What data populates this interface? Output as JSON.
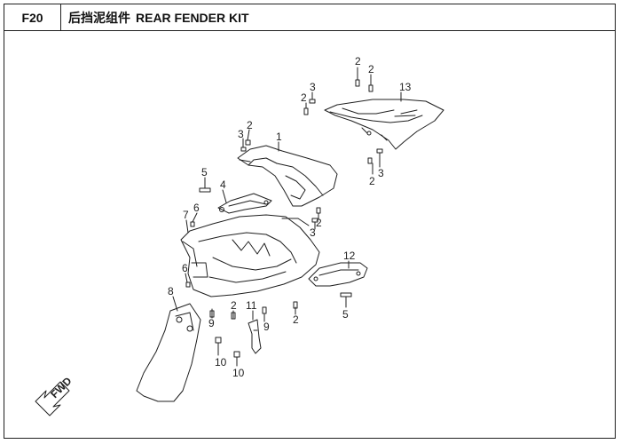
{
  "header": {
    "code": "F20",
    "title_cn": "后挡泥组件",
    "title_en": "REAR FENDER KIT"
  },
  "callouts": {
    "n1": "1",
    "n2": "2",
    "n3": "3",
    "n4": "4",
    "n5": "5",
    "n6": "6",
    "n7": "7",
    "n8": "8",
    "n9": "9",
    "n10": "10",
    "n11": "11",
    "n12": "12",
    "n13": "13"
  },
  "badge": {
    "text": "FWD"
  },
  "colors": {
    "ink": "#1f1f1f",
    "background": "#ffffff"
  }
}
